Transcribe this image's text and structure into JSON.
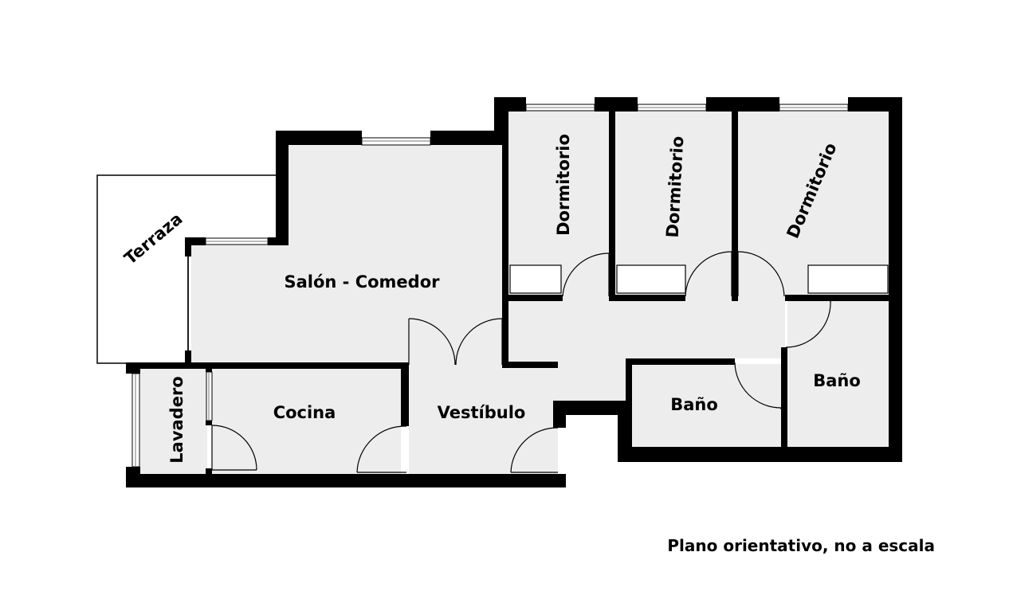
{
  "plan": {
    "rooms": {
      "terraza": "Terraza",
      "salon_comedor": "Salón - Comedor",
      "dormitorio_1": "Dormitorio",
      "dormitorio_2": "Dormitorio",
      "dormitorio_3": "Dormitorio",
      "lavadero": "Lavadero",
      "cocina": "Cocina",
      "vestibulo": "Vestíbulo",
      "bano_1": "Baño",
      "bano_2": "Baño"
    },
    "note": "Plano orientativo, no a escala"
  },
  "colors": {
    "wall": "#000000",
    "floor": "#ededed",
    "background": "#ffffff"
  }
}
